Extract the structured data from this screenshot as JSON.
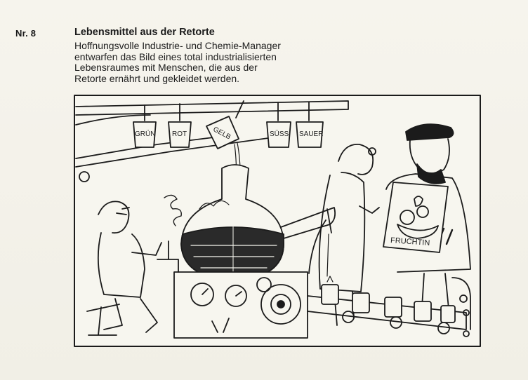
{
  "header": {
    "number": "Nr. 8",
    "title": "Lebensmittel aus der Retorte",
    "lines": [
      "Hoffnungsvolle Industrie- und Chemie-Manager",
      "entwarfen das Bild eines total industrialisierten",
      "Lebensraumes mit Menschen, die aus der",
      "Retorte ernährt und gekleidet werden."
    ]
  },
  "cartoon": {
    "buckets": [
      "GRÜN",
      "ROT",
      "GELB",
      "SÜSS",
      "SAUER"
    ],
    "sign": "FRUCHTIN"
  },
  "colors": {
    "paper": "#f3f1e9",
    "ink": "#1b1b1b",
    "panel": "#f7f6ef"
  }
}
